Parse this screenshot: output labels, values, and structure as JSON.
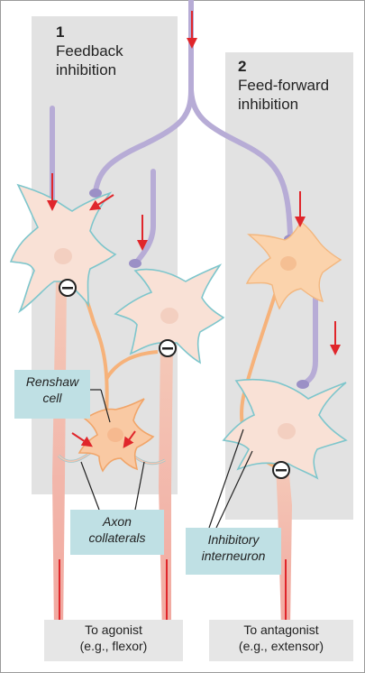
{
  "panels": [
    {
      "number": "1",
      "title": "Feedback\ninhibition"
    },
    {
      "number": "2",
      "title": "Feed-forward\ninhibition"
    }
  ],
  "callouts": {
    "renshaw": "Renshaw\ncell",
    "axon_collaterals": "Axon\ncollaterals",
    "inhibitory_interneuron": "Inhibitory\ninterneuron"
  },
  "targets": {
    "agonist": "To agonist\n(e.g., flexor)",
    "antagonist": "To antagonist\n(e.g., extensor)"
  },
  "colors": {
    "panel_bg": "#e2e2e2",
    "motor_neuron": "#f9e1d6",
    "dendrite_outline": "#7ec6cc",
    "afferent_axon": "#b7acd6",
    "inhibitory_neuron": "#f6b27a",
    "arrow": "#e0262b",
    "callout_bg": "#bfe0e4"
  }
}
